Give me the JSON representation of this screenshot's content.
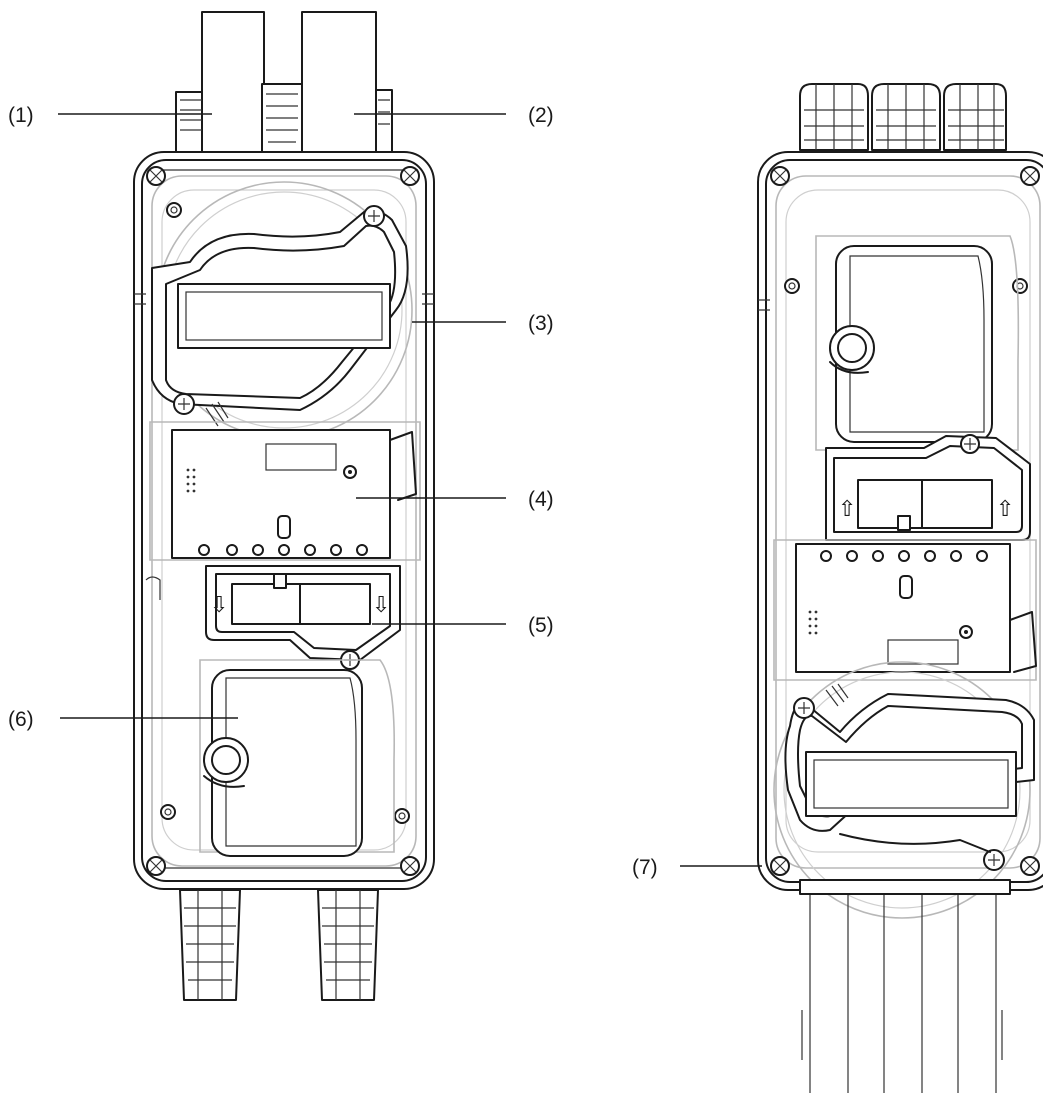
{
  "callouts": [
    {
      "id": "1",
      "label": "(1)"
    },
    {
      "id": "2",
      "label": "(2)"
    },
    {
      "id": "3",
      "label": "(3)"
    },
    {
      "id": "4",
      "label": "(4)"
    },
    {
      "id": "5",
      "label": "(5)"
    },
    {
      "id": "6",
      "label": "(6)"
    },
    {
      "id": "7",
      "label": "(7)"
    }
  ],
  "arrow_glyphs": {
    "down": "⇩",
    "up": "⇧"
  }
}
